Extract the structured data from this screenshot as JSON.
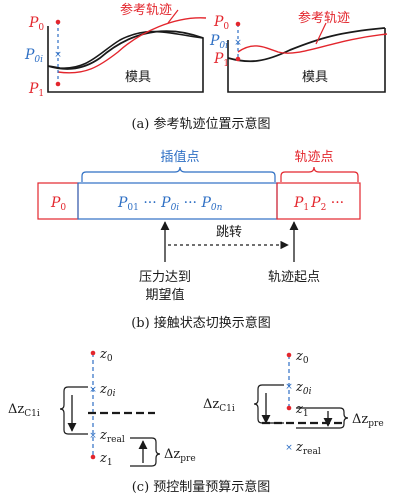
{
  "colors": {
    "red": "#e3262d",
    "blue": "#2e6fc4",
    "black": "#1a1a1a"
  },
  "panel_a": {
    "left": {
      "ref_label": "参考轨迹",
      "mold_label": "模具",
      "p0": "P",
      "p0_sub": "0",
      "p0i": "P",
      "p0i_sub": "0i",
      "p1": "P",
      "p1_sub": "1"
    },
    "right": {
      "ref_label": "参考轨迹",
      "mold_label": "模具",
      "p0": "P",
      "p0_sub": "0",
      "p0i": "P",
      "p0i_sub": "0i",
      "p1": "P",
      "p1_sub": "1"
    },
    "caption": "(a) 参考轨迹位置示意图"
  },
  "panel_b": {
    "interp_label": "插值点",
    "traj_label": "轨迹点",
    "cell_p0": "P",
    "cell_p0_sub": "0",
    "interp_seq": {
      "a": "P",
      "a_sub": "01",
      "dots1": " ··· ",
      "b": "P",
      "b_sub": "0i",
      "dots2": " ··· ",
      "c": "P",
      "c_sub": "0n"
    },
    "traj_seq": {
      "a": "P",
      "a_sub": "1",
      "b": "P",
      "b_sub": "2",
      "dots": " ··· "
    },
    "jump_label": "跳转",
    "pressure_line1": "压力达到",
    "pressure_line2": "期望值",
    "traj_start": "轨迹起点",
    "caption": "(b) 接触状态切换示意图"
  },
  "panel_c": {
    "left": {
      "z0": "z",
      "z0_sub": "0",
      "z0i": "z",
      "z0i_sub": "0i",
      "zreal": "z",
      "zreal_sub": "real",
      "z1": "z",
      "z1_sub": "1",
      "dzc": "Δz",
      "dzc_sub": "C1i",
      "dzpre": "Δz",
      "dzpre_sub": "pre"
    },
    "right": {
      "z0": "z",
      "z0_sub": "0",
      "z0i": "z",
      "z0i_sub": "0i",
      "z1": "z",
      "z1_sub": "1",
      "zreal": "z",
      "zreal_sub": "real",
      "dzc": "Δz",
      "dzc_sub": "C1i",
      "dzpre": "Δz",
      "dzpre_sub": "pre"
    },
    "caption": "(c) 预控制量预算示意图"
  }
}
